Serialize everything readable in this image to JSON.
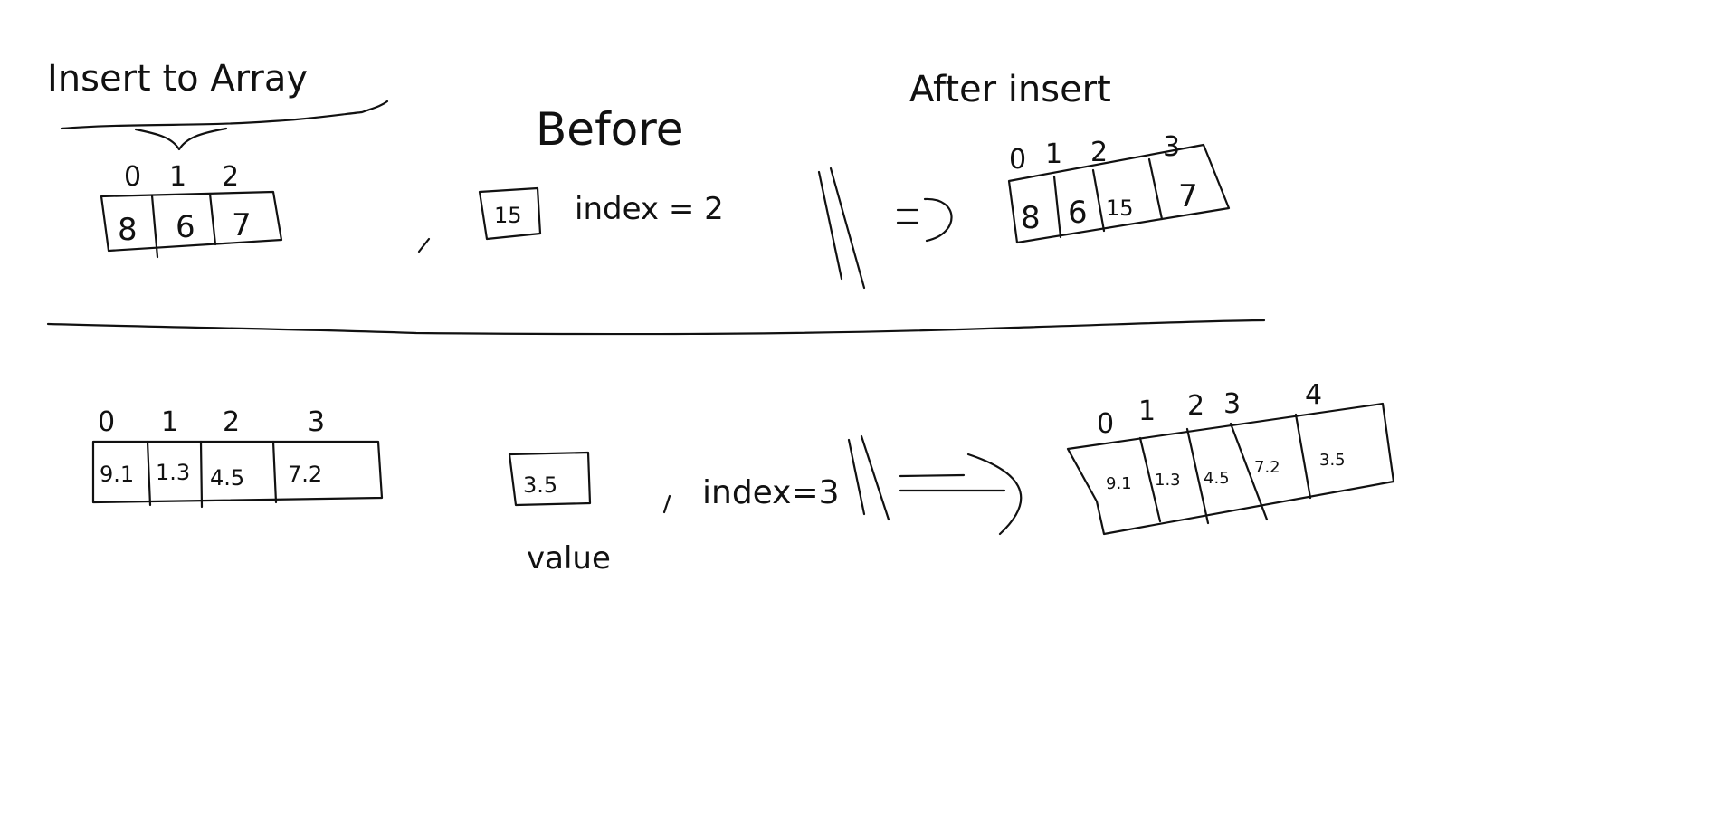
{
  "title": "Insert to Array",
  "before_label": "Before",
  "after_label": "After insert",
  "example1": {
    "original": {
      "indices": [
        "0",
        "1",
        "2"
      ],
      "values": [
        "8",
        "6",
        "7"
      ]
    },
    "value": "15",
    "index_text": "index = 2",
    "result": {
      "indices": [
        "0",
        "1",
        "2",
        "3"
      ],
      "values": [
        "8",
        "6",
        "15",
        "7"
      ]
    }
  },
  "example2": {
    "original": {
      "indices": [
        "0",
        "1",
        "2",
        "3"
      ],
      "values": [
        "9.1",
        "1.3",
        "4.5",
        "7.2"
      ]
    },
    "value": "3.5",
    "value_label": "value",
    "index_text": "index=3",
    "result": {
      "indices": [
        "0",
        "1",
        "2",
        "3",
        "4"
      ],
      "values": [
        "9.1",
        "1.3",
        "4.5",
        "7.2",
        "3.5"
      ]
    }
  },
  "colors": {
    "ink": "#111111",
    "background": "#ffffff"
  }
}
